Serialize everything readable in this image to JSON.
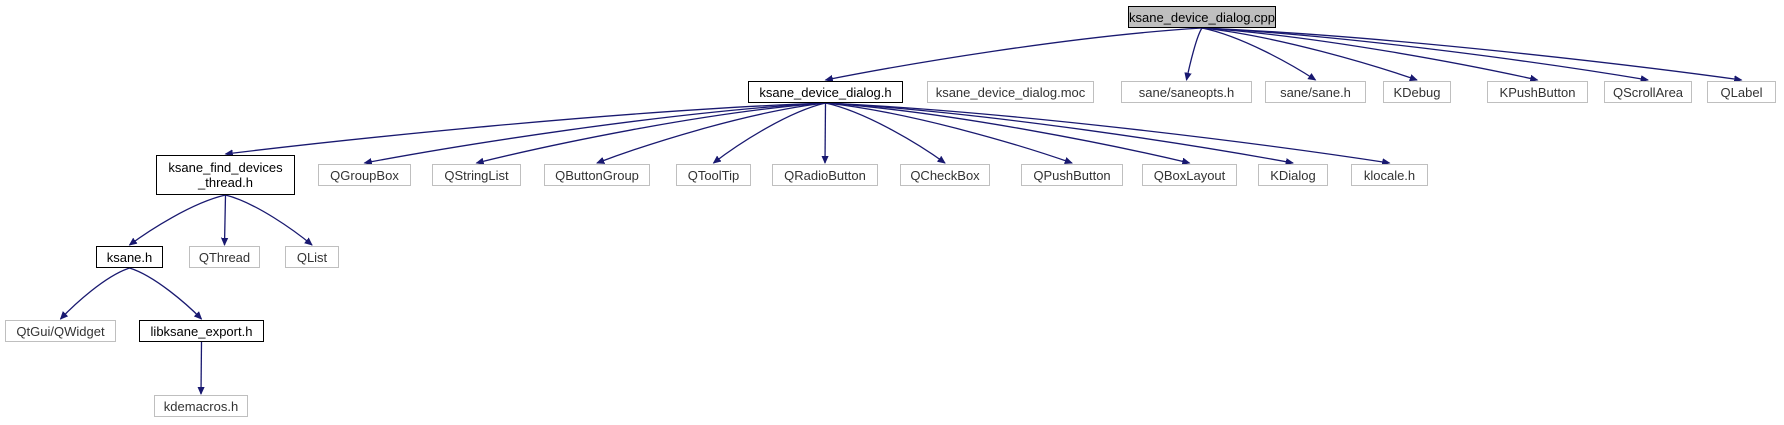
{
  "colors": {
    "edge": "#191970",
    "root_fill": "#bfbfbf",
    "documented_border": "#000000",
    "external_border": "#bfbfbf"
  },
  "graph": {
    "root": "ksane_device_dialog.cpp",
    "nodes": [
      {
        "id": "cpp",
        "label": "ksane_device_dialog.cpp",
        "kind": "root"
      },
      {
        "id": "dlg_h",
        "label": "ksane_device_dialog.h",
        "kind": "documented"
      },
      {
        "id": "moc",
        "label": "ksane_device_dialog.moc",
        "kind": "external"
      },
      {
        "id": "saneopts",
        "label": "sane/saneopts.h",
        "kind": "external"
      },
      {
        "id": "sane_h",
        "label": "sane/sane.h",
        "kind": "external"
      },
      {
        "id": "kdebug",
        "label": "KDebug",
        "kind": "external"
      },
      {
        "id": "kpushbutton",
        "label": "KPushButton",
        "kind": "external"
      },
      {
        "id": "qscrollarea",
        "label": "QScrollArea",
        "kind": "external"
      },
      {
        "id": "qlabel",
        "label": "QLabel",
        "kind": "external"
      },
      {
        "id": "finddev",
        "label": "ksane_find_devices\n_thread.h",
        "kind": "documented"
      },
      {
        "id": "qgroupbox",
        "label": "QGroupBox",
        "kind": "external"
      },
      {
        "id": "qstringlist",
        "label": "QStringList",
        "kind": "external"
      },
      {
        "id": "qbuttongroup",
        "label": "QButtonGroup",
        "kind": "external"
      },
      {
        "id": "qtooltip",
        "label": "QToolTip",
        "kind": "external"
      },
      {
        "id": "qradiobutton",
        "label": "QRadioButton",
        "kind": "external"
      },
      {
        "id": "qcheckbox",
        "label": "QCheckBox",
        "kind": "external"
      },
      {
        "id": "qpushbutton",
        "label": "QPushButton",
        "kind": "external"
      },
      {
        "id": "qboxlayout",
        "label": "QBoxLayout",
        "kind": "external"
      },
      {
        "id": "kdialog",
        "label": "KDialog",
        "kind": "external"
      },
      {
        "id": "klocale",
        "label": "klocale.h",
        "kind": "external"
      },
      {
        "id": "ksane_h",
        "label": "ksane.h",
        "kind": "documented"
      },
      {
        "id": "qthread",
        "label": "QThread",
        "kind": "external"
      },
      {
        "id": "qlist",
        "label": "QList",
        "kind": "external"
      },
      {
        "id": "qwidget",
        "label": "QtGui/QWidget",
        "kind": "external"
      },
      {
        "id": "export_h",
        "label": "libksane_export.h",
        "kind": "documented"
      },
      {
        "id": "kdemacros",
        "label": "kdemacros.h",
        "kind": "external"
      }
    ],
    "edges": [
      [
        "cpp",
        "dlg_h"
      ],
      [
        "cpp",
        "saneopts"
      ],
      [
        "cpp",
        "sane_h"
      ],
      [
        "cpp",
        "kdebug"
      ],
      [
        "cpp",
        "kpushbutton"
      ],
      [
        "cpp",
        "qscrollarea"
      ],
      [
        "cpp",
        "qlabel"
      ],
      [
        "dlg_h",
        "finddev"
      ],
      [
        "dlg_h",
        "qgroupbox"
      ],
      [
        "dlg_h",
        "qstringlist"
      ],
      [
        "dlg_h",
        "qbuttongroup"
      ],
      [
        "dlg_h",
        "qtooltip"
      ],
      [
        "dlg_h",
        "qradiobutton"
      ],
      [
        "dlg_h",
        "qcheckbox"
      ],
      [
        "dlg_h",
        "qpushbutton"
      ],
      [
        "dlg_h",
        "qboxlayout"
      ],
      [
        "dlg_h",
        "kdialog"
      ],
      [
        "dlg_h",
        "klocale"
      ],
      [
        "finddev",
        "ksane_h"
      ],
      [
        "finddev",
        "qthread"
      ],
      [
        "finddev",
        "qlist"
      ],
      [
        "ksane_h",
        "qwidget"
      ],
      [
        "ksane_h",
        "export_h"
      ],
      [
        "export_h",
        "kdemacros"
      ]
    ]
  }
}
